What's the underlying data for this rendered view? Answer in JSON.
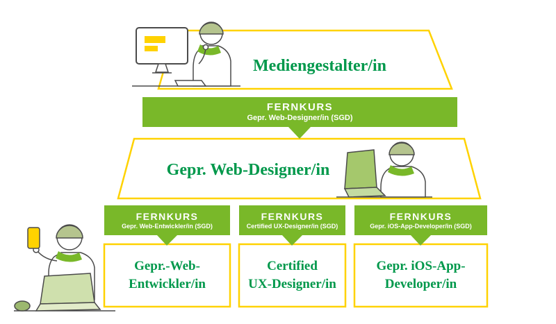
{
  "diagram": {
    "level1": {
      "title": "Mediengestalter/in"
    },
    "main_banner": {
      "label": "FERNKURS",
      "subtitle": "Gepr. Web-Designer/in (SGD)"
    },
    "level2": {
      "title": "Gepr. Web-Designer/in"
    },
    "branches": [
      {
        "banner_label": "FERNKURS",
        "banner_subtitle": "Gepr. Web-Entwickler/in (SGD)",
        "result_line1": "Gepr.-Web-",
        "result_line2": "Entwickler/in"
      },
      {
        "banner_label": "FERNKURS",
        "banner_subtitle": "Certified UX-Designer/in (SGD)",
        "result_line1": "Certified",
        "result_line2": "UX-Designer/in"
      },
      {
        "banner_label": "FERNKURS",
        "banner_subtitle": "Gepr. iOS-App-Developer/in (SGD)",
        "result_line1": "Gepr. iOS-App-",
        "result_line2": "Developer/in"
      }
    ],
    "illustrations": [
      "person-at-desktop-computer",
      "person-with-laptop",
      "person-holding-smartphone"
    ],
    "colors": {
      "banner_green": "#79b829",
      "heading_green": "#00984b",
      "border_yellow": "#ffd200",
      "illustration_sage": "#b5c48e",
      "background": "#ffffff"
    }
  }
}
